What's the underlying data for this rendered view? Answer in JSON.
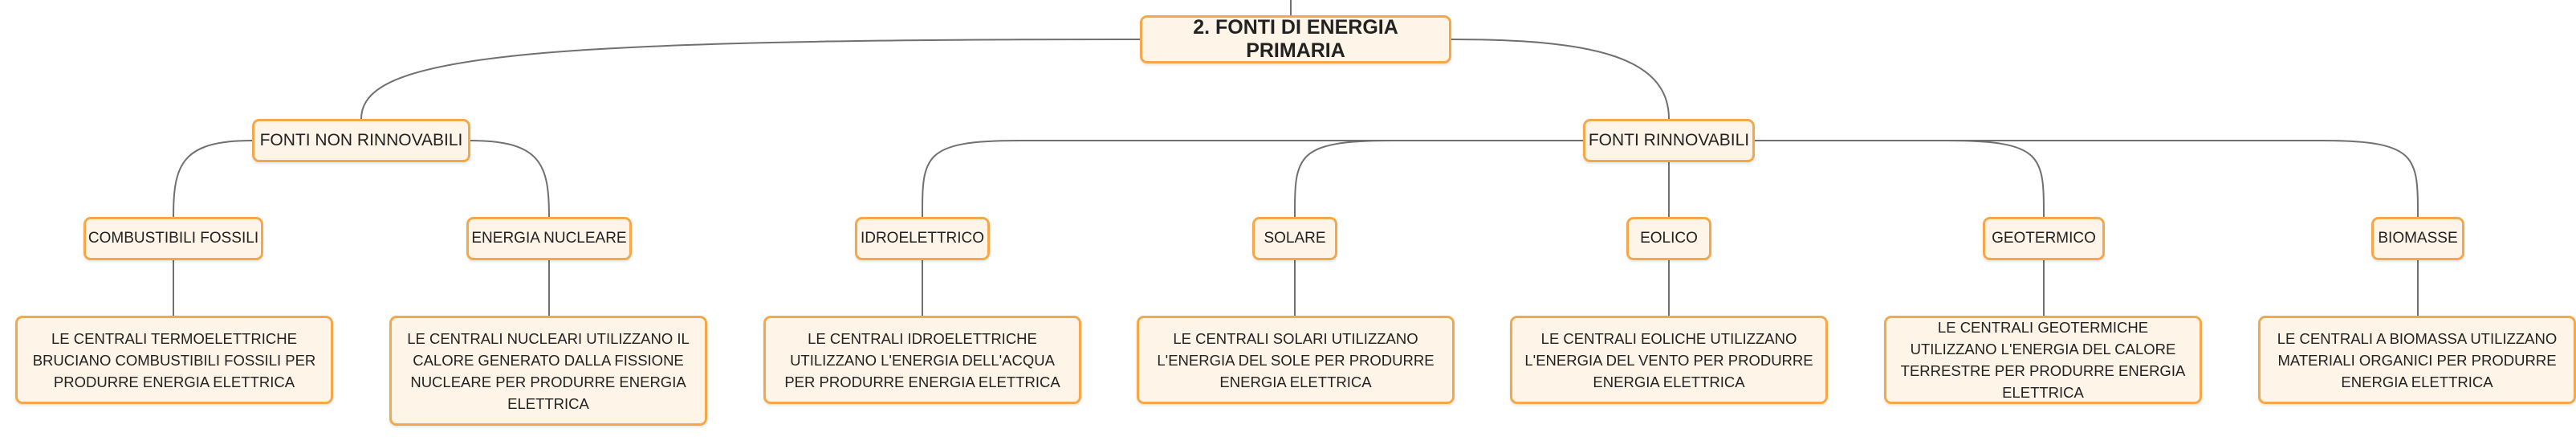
{
  "root": {
    "label": "2. FONTI DI ENERGIA PRIMARIA"
  },
  "branches": [
    {
      "label": "FONTI NON RINNOVABILI",
      "children": [
        {
          "label": "COMBUSTIBILI FOSSILI",
          "description": "LE CENTRALI TERMOELETTRICHE BRUCIANO COMBUSTIBILI FOSSILI PER PRODURRE ENERGIA ELETTRICA"
        },
        {
          "label": "ENERGIA NUCLEARE",
          "description": "LE CENTRALI NUCLEARI UTILIZZANO IL CALORE GENERATO DALLA FISSIONE NUCLEARE PER PRODURRE ENERGIA ELETTRICA"
        }
      ]
    },
    {
      "label": "FONTI RINNOVABILI",
      "children": [
        {
          "label": "IDROELETTRICO",
          "description": "LE CENTRALI IDROELETTRICHE UTILIZZANO L'ENERGIA DELL'ACQUA PER PRODURRE ENERGIA ELETTRICA"
        },
        {
          "label": "SOLARE",
          "description": "LE CENTRALI SOLARI UTILIZZANO L'ENERGIA DEL SOLE PER PRODURRE ENERGIA ELETTRICA"
        },
        {
          "label": "EOLICO",
          "description": "LE CENTRALI EOLICHE UTILIZZANO L'ENERGIA DEL VENTO PER PRODURRE ENERGIA ELETTRICA"
        },
        {
          "label": "GEOTERMICO",
          "description": "LE CENTRALI GEOTERMICHE UTILIZZANO L'ENERGIA DEL CALORE TERRESTRE PER PRODURRE ENERGIA ELETTRICA"
        },
        {
          "label": "BIOMASSE",
          "description": "LE CENTRALI A BIOMASSA UTILIZZANO MATERIALI ORGANICI PER PRODURRE ENERGIA ELETTRICA"
        }
      ]
    }
  ],
  "colors": {
    "node_fill": "#fef4e8",
    "node_border": "#f5a84a",
    "connector": "#707070",
    "text": "#222222"
  }
}
